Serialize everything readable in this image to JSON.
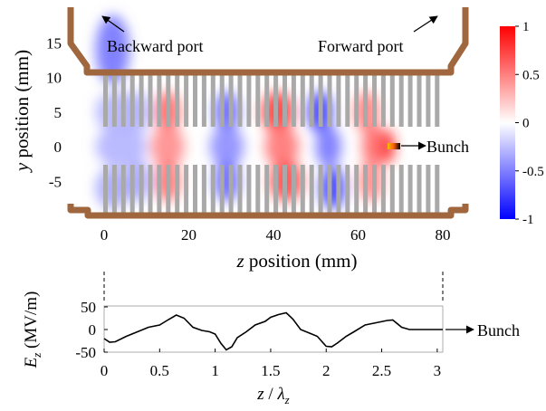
{
  "chart_data": [
    {
      "type": "heatmap",
      "xlabel_var": "z",
      "xlabel_rest": " position (mm)",
      "ylabel_var": "y",
      "ylabel_rest": " position (mm)",
      "x_ticks": [
        0,
        20,
        40,
        60,
        80
      ],
      "y_ticks": [
        15,
        10,
        5,
        0,
        -5
      ],
      "xlim": [
        -8,
        88
      ],
      "ylim": [
        -14,
        20
      ],
      "colorbar": {
        "min": -1,
        "max": 1,
        "ticks": [
          1,
          0.5,
          0,
          -0.5,
          -1
        ],
        "colors": [
          "#0000ff",
          "#ffffff",
          "#ff0000"
        ]
      },
      "structure_color": "#a0673f",
      "vane_color": "#a9a9a9",
      "field_lobes": [
        {
          "z": 2,
          "y": 14,
          "value": -0.55,
          "sz": 4,
          "sy": 5
        },
        {
          "z": 2,
          "y": -6,
          "value": -0.35,
          "sz": 4,
          "sy": 3
        },
        {
          "z": 3,
          "y": 5,
          "value": -0.3,
          "sz": 5,
          "sy": 3
        },
        {
          "z": 4,
          "y": 0,
          "value": -0.3,
          "sz": 6,
          "sy": 3
        },
        {
          "z": 8,
          "y": 5,
          "value": -0.3,
          "sz": 3,
          "sy": 3
        },
        {
          "z": 8,
          "y": -5,
          "value": -0.35,
          "sz": 3,
          "sy": 3
        },
        {
          "z": 15,
          "y": 5,
          "value": 0.6,
          "sz": 3,
          "sy": 3
        },
        {
          "z": 15,
          "y": 0,
          "value": 0.45,
          "sz": 4,
          "sy": 3
        },
        {
          "z": 15,
          "y": -5,
          "value": 0.55,
          "sz": 3,
          "sy": 3
        },
        {
          "z": 29,
          "y": 5,
          "value": -0.6,
          "sz": 3,
          "sy": 3
        },
        {
          "z": 29,
          "y": 0,
          "value": -0.45,
          "sz": 4,
          "sy": 3
        },
        {
          "z": 29,
          "y": -5,
          "value": -0.6,
          "sz": 3,
          "sy": 3
        },
        {
          "z": 41,
          "y": 5,
          "value": 0.75,
          "sz": 4,
          "sy": 3
        },
        {
          "z": 42,
          "y": 0,
          "value": 0.55,
          "sz": 4,
          "sy": 3
        },
        {
          "z": 43,
          "y": -5,
          "value": 0.7,
          "sz": 4,
          "sy": 3
        },
        {
          "z": 51,
          "y": 5,
          "value": -0.75,
          "sz": 3,
          "sy": 3
        },
        {
          "z": 53,
          "y": 0,
          "value": -0.55,
          "sz": 3,
          "sy": 3
        },
        {
          "z": 54,
          "y": -6,
          "value": -0.75,
          "sz": 3,
          "sy": 3
        },
        {
          "z": 62,
          "y": 5,
          "value": 0.5,
          "sz": 3,
          "sy": 3
        },
        {
          "z": 64,
          "y": 0,
          "value": 0.6,
          "sz": 3,
          "sy": 3
        },
        {
          "z": 63,
          "y": -5,
          "value": 0.45,
          "sz": 3,
          "sy": 3
        },
        {
          "z": 67,
          "y": 0,
          "value": 0.9,
          "sz": 1.5,
          "sy": 2.5
        }
      ],
      "annotations": {
        "backward_port": "Backward port",
        "forward_port": "Forward port",
        "bunch": "Bunch"
      }
    },
    {
      "type": "line",
      "ylabel_main": "E",
      "ylabel_sub": "z",
      "ylabel_unit": " (MV/m)",
      "xlabel_z": "z",
      "xlabel_slash": " / ",
      "xlabel_lambda": "λ",
      "xlabel_sub": "z",
      "xlim": [
        0,
        3.05
      ],
      "ylim": [
        -50,
        50
      ],
      "x_ticks": [
        0,
        0.5,
        1,
        1.5,
        2,
        2.5,
        3
      ],
      "y_ticks": [
        50,
        0,
        -50
      ],
      "series": [
        {
          "x": [
            0,
            0.05,
            0.1,
            0.2,
            0.3,
            0.4,
            0.5,
            0.58,
            0.65,
            0.72,
            0.8,
            0.88,
            0.95,
            1.0,
            1.05,
            1.1,
            1.15,
            1.2,
            1.28,
            1.36,
            1.45,
            1.5,
            1.57,
            1.64,
            1.7,
            1.77,
            1.85,
            1.92,
            2.0,
            2.05,
            2.1,
            2.18,
            2.25,
            2.35,
            2.45,
            2.55,
            2.6,
            2.68,
            2.75,
            2.85,
            2.95,
            3.05
          ],
          "y": [
            -20,
            -28,
            -27,
            -15,
            -5,
            5,
            10,
            22,
            32,
            25,
            5,
            -2,
            -5,
            -10,
            -30,
            -45,
            -38,
            -18,
            -5,
            10,
            18,
            27,
            33,
            37,
            23,
            0,
            -8,
            -15,
            -37,
            -38,
            -30,
            -15,
            -5,
            10,
            15,
            20,
            21,
            5,
            0,
            0,
            0,
            0
          ]
        }
      ],
      "annotation": "Bunch"
    }
  ]
}
